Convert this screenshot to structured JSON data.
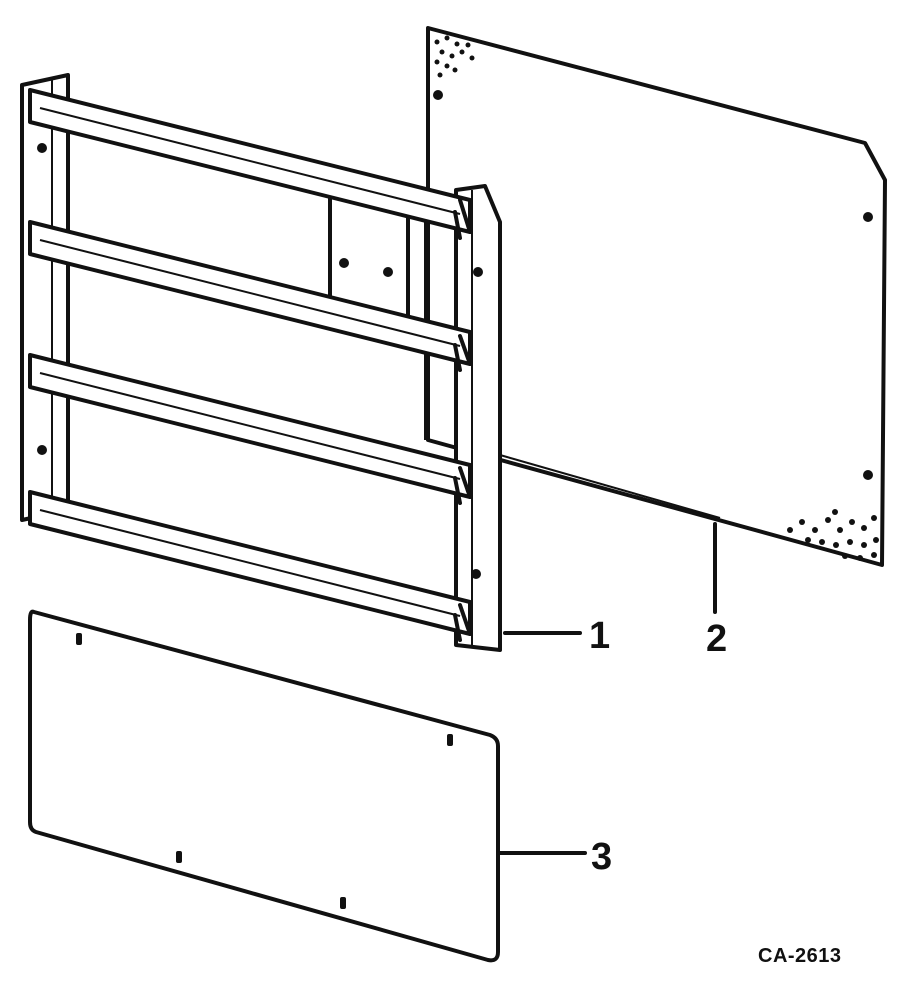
{
  "figure": {
    "id": "CA-2613",
    "parts": [
      {
        "callout": "1"
      },
      {
        "callout": "2"
      },
      {
        "callout": "3"
      }
    ]
  }
}
